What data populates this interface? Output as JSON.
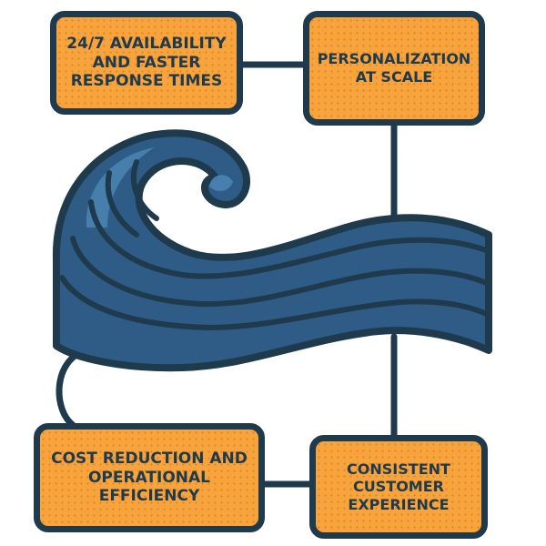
{
  "boxes": {
    "availability": "24/7 AVAILABILITY AND FASTER RESPONSE TIMES",
    "personalization": "PERSONALIZATION AT SCALE",
    "cost": "COST REDUCTION AND OPERATIONAL EFFICIENCY",
    "consistent": "CONSISTENT CUSTOMER EXPERIENCE"
  },
  "icons": {
    "wave": "wave-icon"
  },
  "colors": {
    "box_fill": "#f8a33b",
    "outline": "#1e3a4c",
    "wave_dark": "#2e5c86",
    "wave_light": "#4a84b3"
  }
}
